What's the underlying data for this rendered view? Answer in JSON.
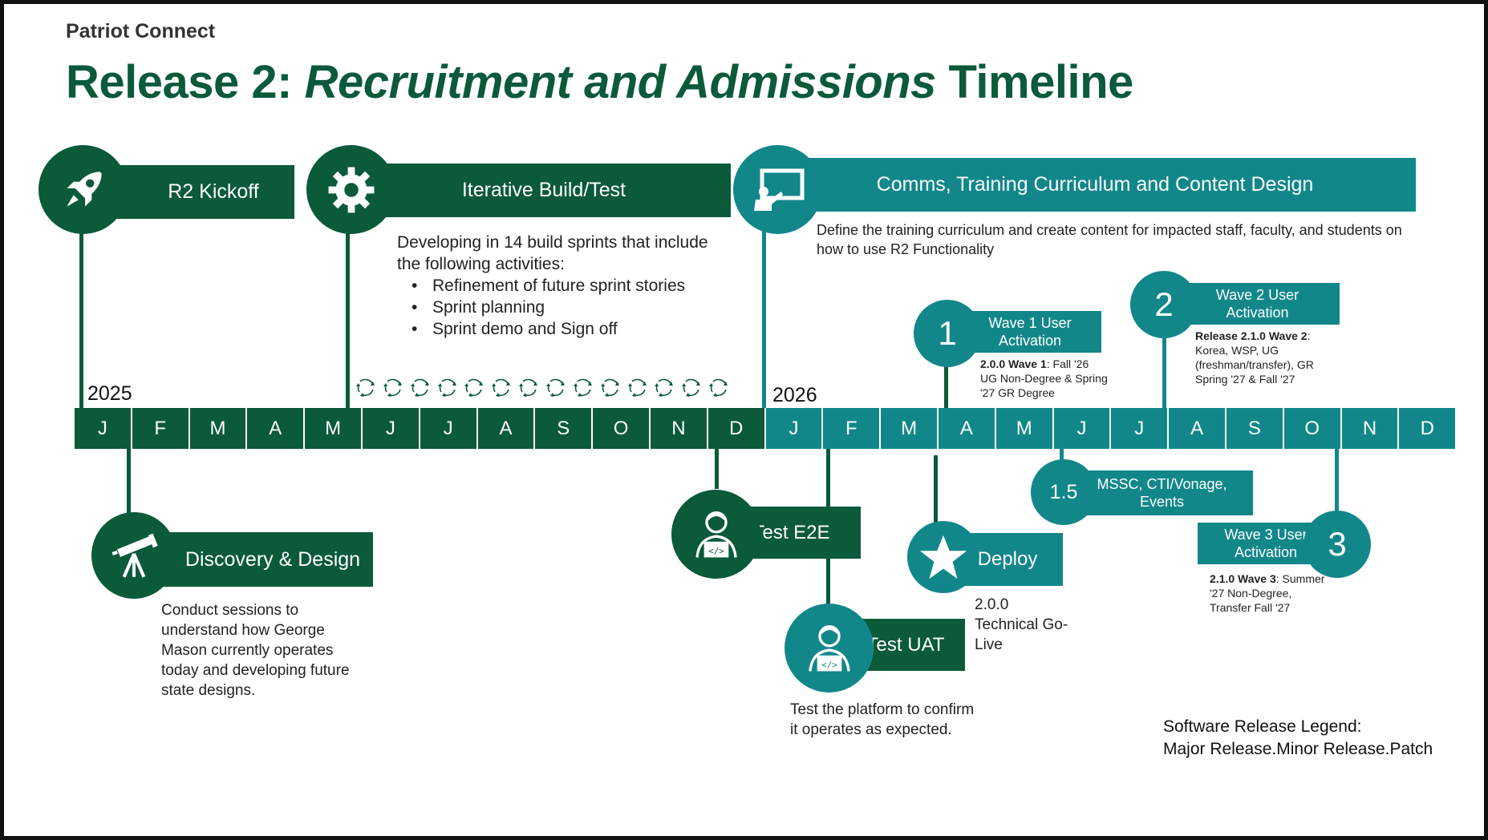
{
  "header": {
    "org": "Patriot Connect",
    "title_prefix": "Release 2: ",
    "title_italic": "Recruitment and Admissions",
    "title_suffix": " Timeline"
  },
  "years": {
    "y2025": "2025",
    "y2026": "2026"
  },
  "months": [
    "J",
    "F",
    "M",
    "A",
    "M",
    "J",
    "J",
    "A",
    "S",
    "O",
    "N",
    "D",
    "J",
    "F",
    "M",
    "A",
    "M",
    "J",
    "J",
    "A",
    "S",
    "O",
    "N",
    "D"
  ],
  "phases": {
    "kickoff": {
      "label": "R2 Kickoff",
      "icon": "rocket-icon"
    },
    "build": {
      "label": "Iterative Build/Test",
      "icon": "gear-icon",
      "desc": "Developing in 14 build sprints that include the following activities:",
      "bullets": [
        "Refinement of future sprint stories",
        "Sprint planning",
        "Sprint demo and Sign off"
      ],
      "sprint_icon": "cycle-arrows-icon",
      "sprint_count": 14
    },
    "comms": {
      "label": "Comms, Training Curriculum and Content Design",
      "icon": "presentation-icon",
      "desc": "Define the training curriculum and create content for impacted staff, faculty, and students on how to use R2 Functionality"
    },
    "discovery": {
      "label": "Discovery & Design",
      "icon": "telescope-icon",
      "desc": "Conduct sessions to understand how George Mason currently operates today and developing future state designs."
    },
    "e2e": {
      "label": "Test E2E",
      "icon": "developer-icon"
    },
    "uat": {
      "label": "Test UAT",
      "icon": "developer-icon",
      "desc": "Test the platform to confirm it operates as expected."
    },
    "deploy": {
      "label": "Deploy",
      "icon": "star-icon",
      "desc_version": "2.0.0",
      "desc": "Technical Go-Live"
    },
    "wave1": {
      "num": "1",
      "label": "Wave 1 User Activation",
      "desc_bold": "2.0.0 Wave 1",
      "desc": ": Fall '26 UG Non-Degree & Spring '27 GR Degree"
    },
    "wave15": {
      "num": "1.5",
      "label": "MSSC, CTI/Vonage, Events"
    },
    "wave2": {
      "num": "2",
      "label": "Wave 2 User Activation",
      "desc_bold": "Release 2.1.0 Wave 2",
      "desc": ": Korea, WSP, UG (freshman/transfer), GR Spring '27 & Fall '27"
    },
    "wave3": {
      "num": "3",
      "label": "Wave 3 User Activation",
      "desc_bold": "2.1.0 Wave 3",
      "desc": ": Summer '27 Non-Degree, Transfer Fall '27"
    }
  },
  "legend": {
    "title": "Software Release Legend:",
    "text": "Major Release.Minor Release.Patch"
  },
  "colors": {
    "dark_green": "#0b5a3a",
    "teal": "#12878a"
  }
}
